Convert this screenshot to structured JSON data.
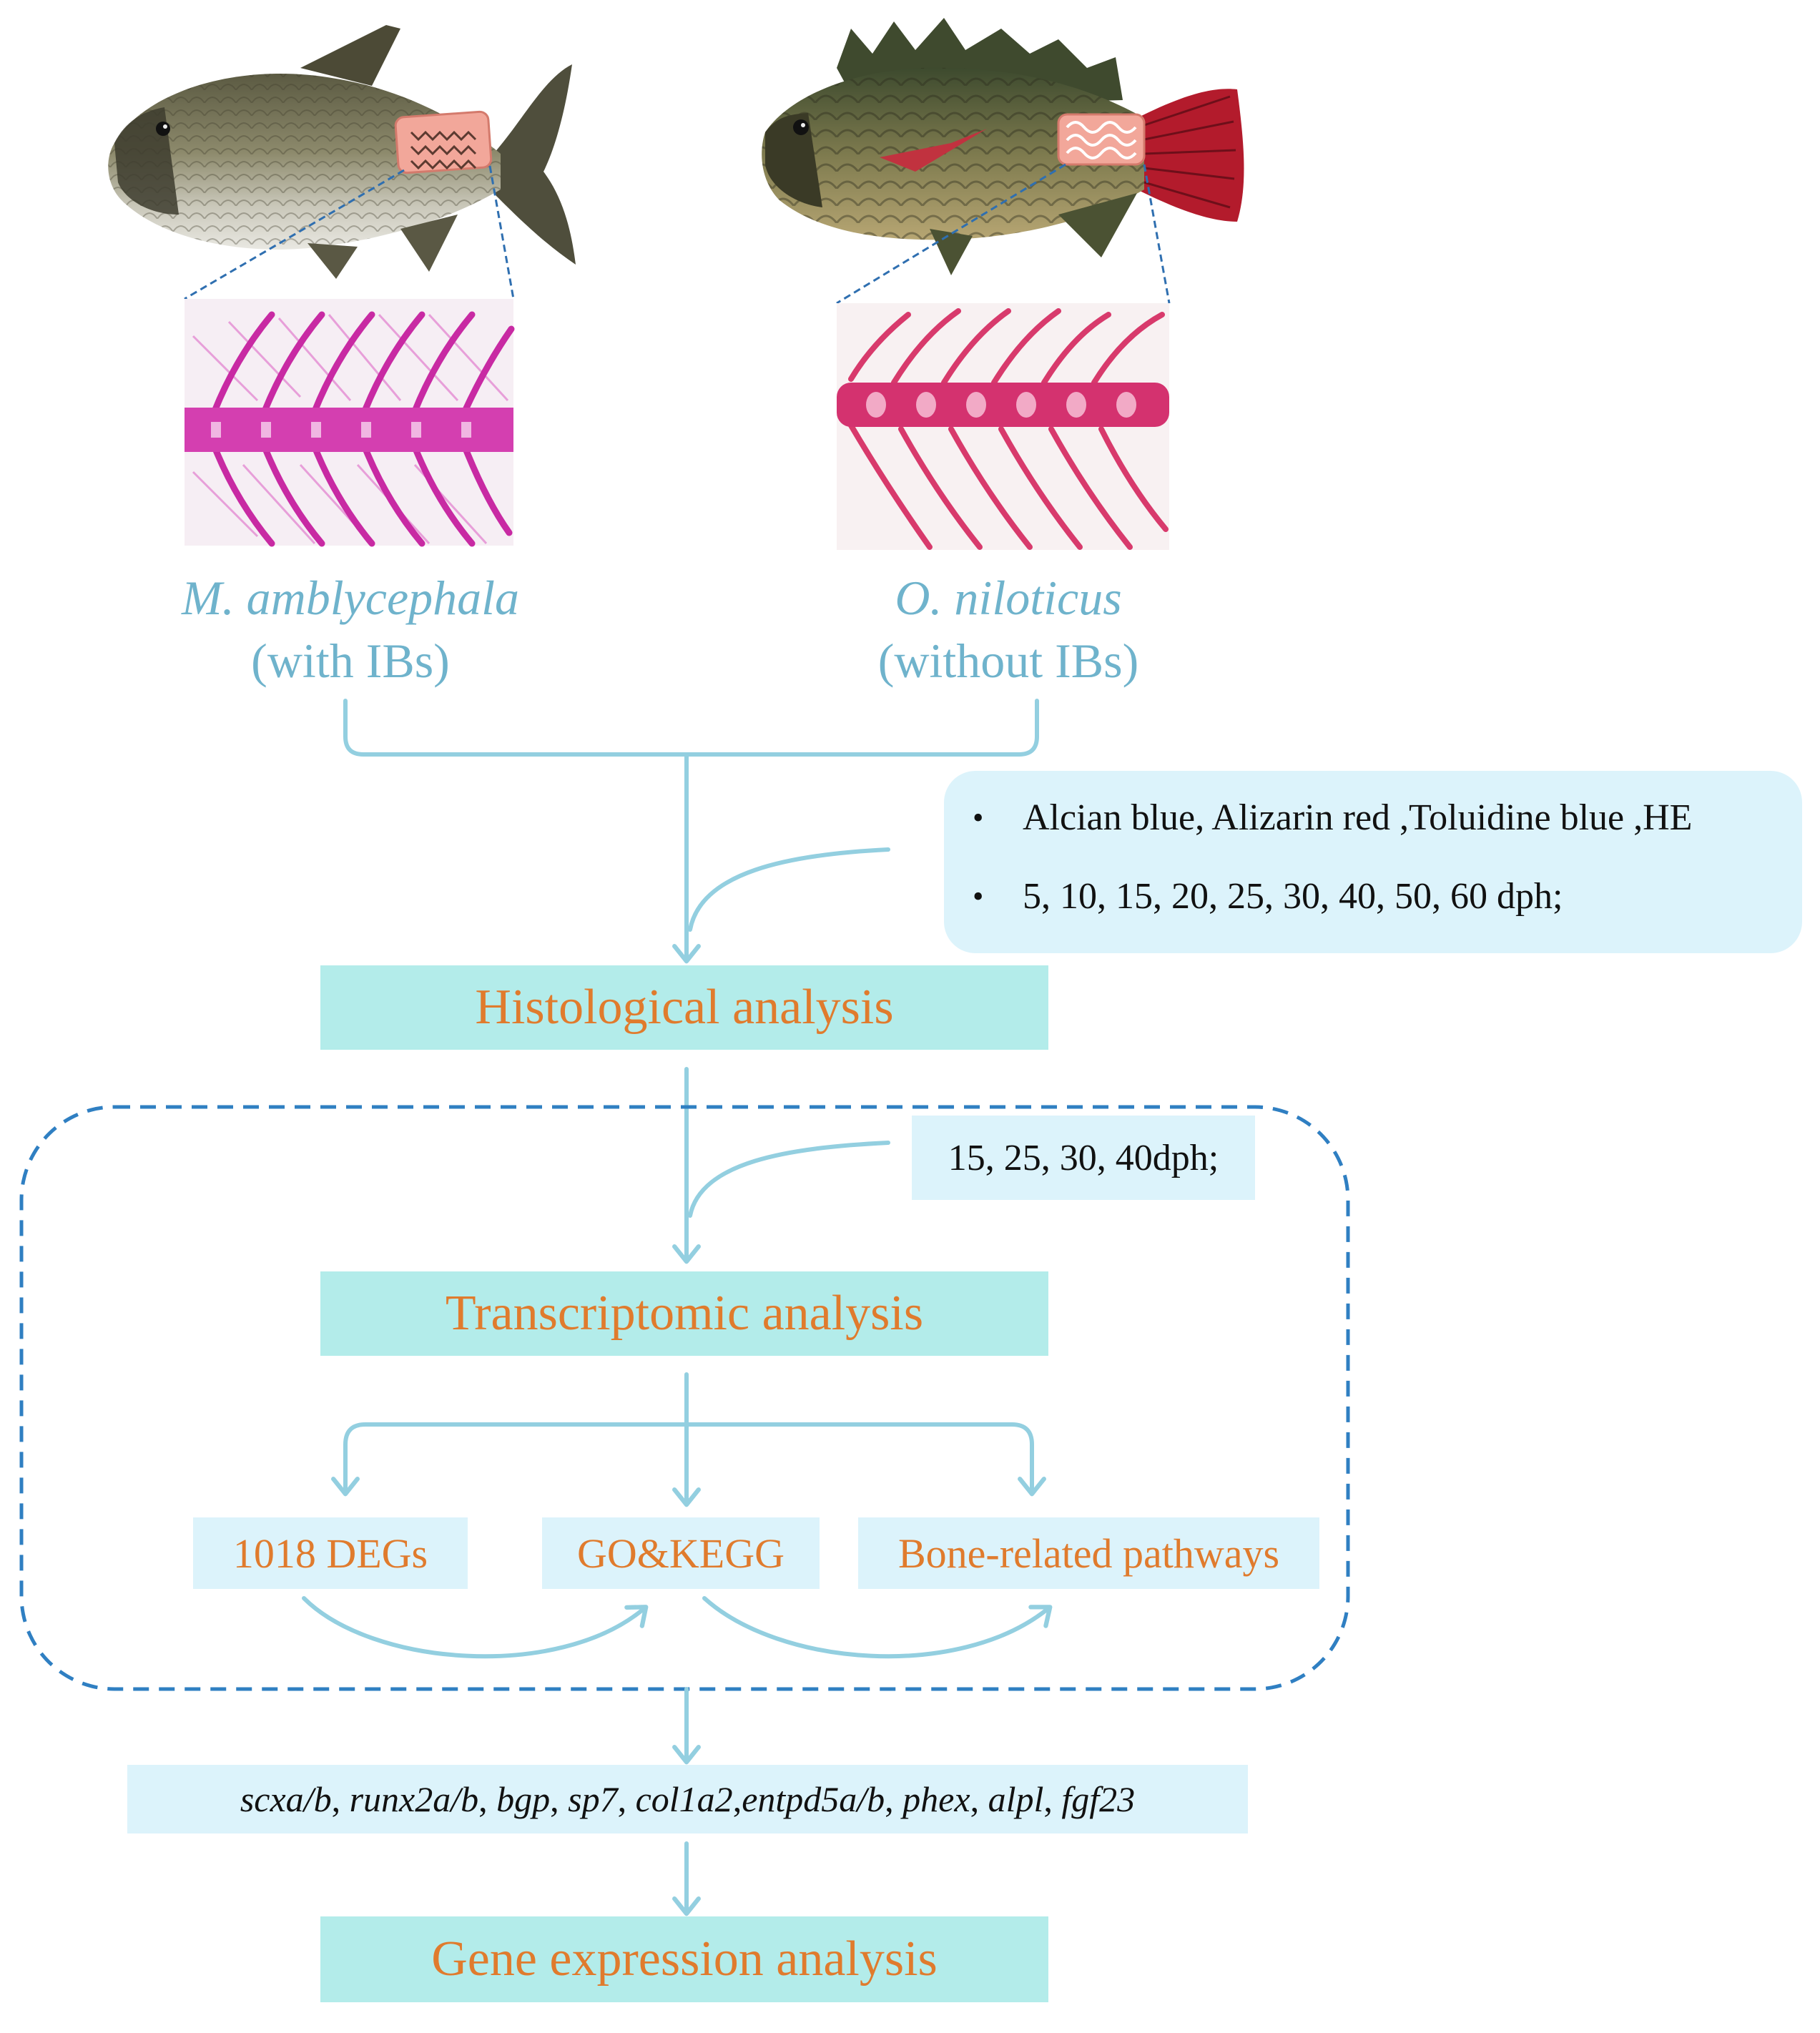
{
  "species": [
    {
      "name": "M. amblycephala",
      "note": "(with IBs)"
    },
    {
      "name": "O. niloticus",
      "note": "(without IBs)"
    }
  ],
  "histology": {
    "methods": "Alcian blue, Alizarin red ,Toluidine blue ,HE",
    "timepoints": "5, 10, 15, 20, 25, 30, 40, 50, 60 dph;",
    "title": "Histological analysis"
  },
  "transcriptome": {
    "timepoints": "15, 25, 30, 40dph;",
    "title": "Transcriptomic analysis",
    "degs": "1018 DEGs",
    "go_kegg": "GO&KEGG",
    "pathways": "Bone-related pathways"
  },
  "genes": [
    "scxa/b",
    "runx2a/b",
    "bgp",
    "sp7",
    "col1a2",
    "entpd5a/b",
    "phex",
    "alpl",
    "fgf23"
  ],
  "gene_expression": {
    "title": "Gene expression analysis"
  },
  "colors": {
    "arrow": "#93cfe0",
    "dashed_border": "#2f7fc2",
    "box_main": "#b3ecea",
    "box_light": "#dcf3fb",
    "label_orange": "#e07b2d",
    "species_blue": "#6fb3cc",
    "stain_magenta": "#cc2fa8"
  },
  "icons": {
    "fish_left": "bream-fish-icon",
    "fish_right": "tilapia-fish-icon"
  }
}
